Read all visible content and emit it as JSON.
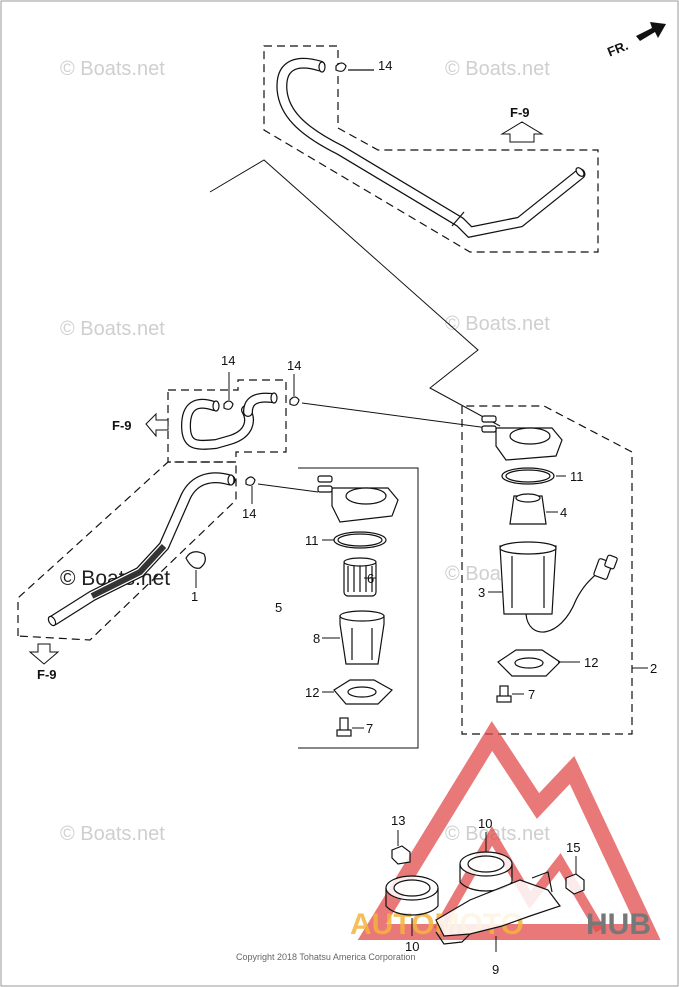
{
  "diagram": {
    "orientation_label": "FR.",
    "ref_labels": [
      "F-9",
      "F-9",
      "F-9"
    ],
    "watermarks": [
      "© Boats.net",
      "© Boats.net",
      "© Boats.net",
      "© Boats.net",
      "© Boats.net",
      "© Boats.net",
      "© Boats.net",
      "© Boats.net"
    ],
    "callouts": [
      "14",
      "14",
      "14",
      "14",
      "1",
      "11",
      "6",
      "5",
      "8",
      "12",
      "7",
      "11",
      "4",
      "3",
      "12",
      "7",
      "2",
      "13",
      "10",
      "15",
      "10",
      "9"
    ],
    "copyright": "Copyright 2018 Tohatsu America Corporation",
    "logo": {
      "part1": "AUTOMOTO",
      "part2": "HUB",
      "color_primary": "#f3b33d",
      "color_secondary": "#e24b4b"
    }
  }
}
